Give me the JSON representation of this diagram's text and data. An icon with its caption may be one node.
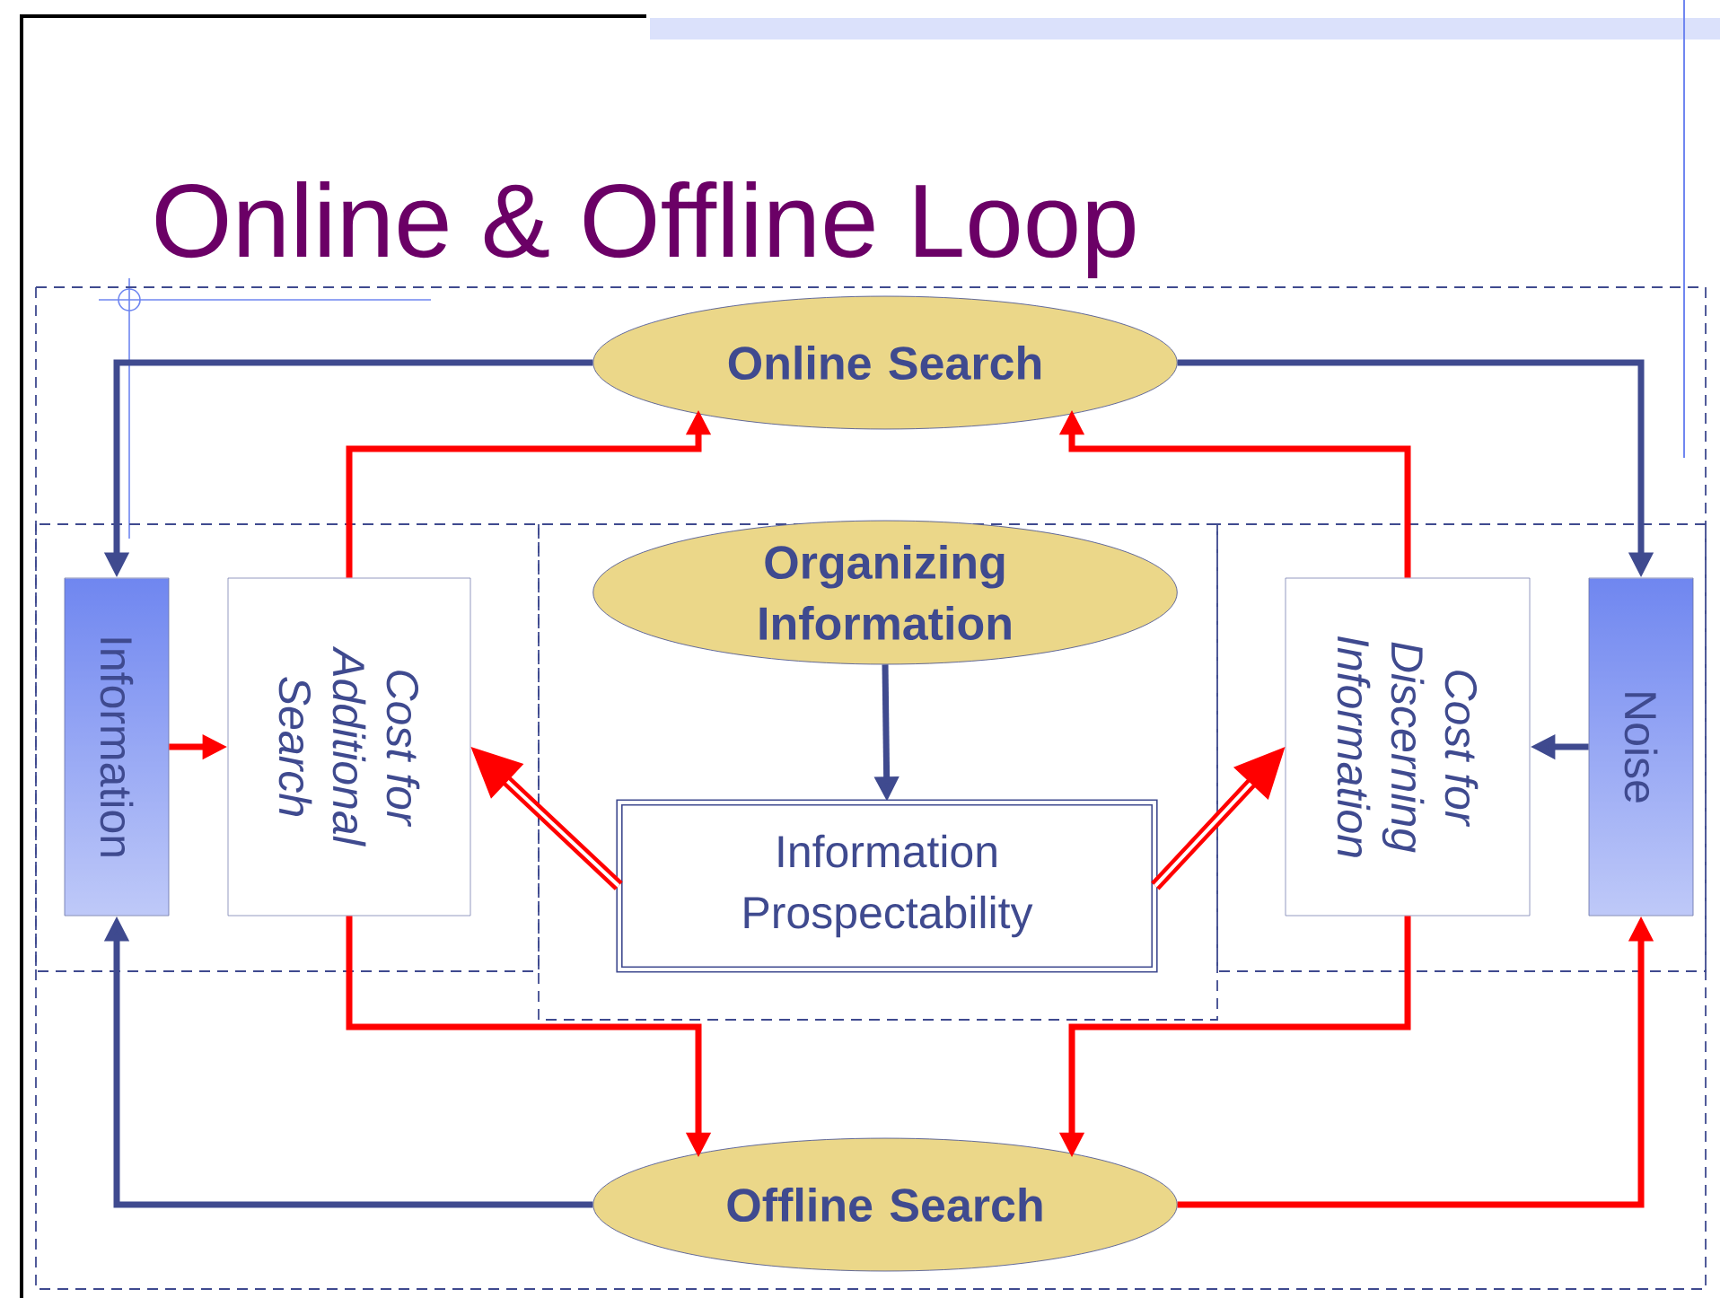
{
  "diagram": {
    "title": "Online & Offline Loop",
    "nodes": [
      {
        "text": [
          "Online Search"
        ]
      },
      {
        "text": [
          "Information"
        ]
      },
      {
        "text": [
          "Cost for Additional Search"
        ]
      },
      {
        "text": [
          "Organizing Information"
        ]
      },
      {
        "text": [
          "Information Prospectability"
        ]
      },
      {
        "text": [
          "Cost for Discerning Information"
        ]
      },
      {
        "text": [
          "Noise"
        ]
      },
      {
        "text": [
          "Offline Search"
        ]
      }
    ],
    "edges": [
      {
        "from": 0,
        "to": 1,
        "arrow": "to",
        "color": "#3f4a8f"
      },
      {
        "from": 0,
        "to": 6,
        "arrow": "to",
        "color": "#3f4a8f"
      },
      {
        "from": 2,
        "to": 0,
        "arrow": "to"
      },
      {
        "from": 5,
        "to": 0,
        "arrow": "to"
      },
      {
        "from": 1,
        "to": 2,
        "arrow": "to"
      },
      {
        "from": 6,
        "to": 5,
        "arrow": "to",
        "color": "#3f4a8f"
      },
      {
        "from": 3,
        "to": 4,
        "arrow": "to",
        "color": "#3f4a8f"
      },
      {
        "from": 4,
        "to": 2,
        "arrow": "to",
        "style": "thick"
      },
      {
        "from": 4,
        "to": 5,
        "arrow": "to",
        "style": "thick"
      },
      {
        "from": 2,
        "to": 7,
        "arrow": "to"
      },
      {
        "from": 5,
        "to": 7,
        "arrow": "to"
      },
      {
        "from": 7,
        "to": 1,
        "arrow": "to",
        "color": "#3f4a8f"
      },
      {
        "from": 7,
        "to": 6,
        "arrow": "to"
      }
    ]
  }
}
